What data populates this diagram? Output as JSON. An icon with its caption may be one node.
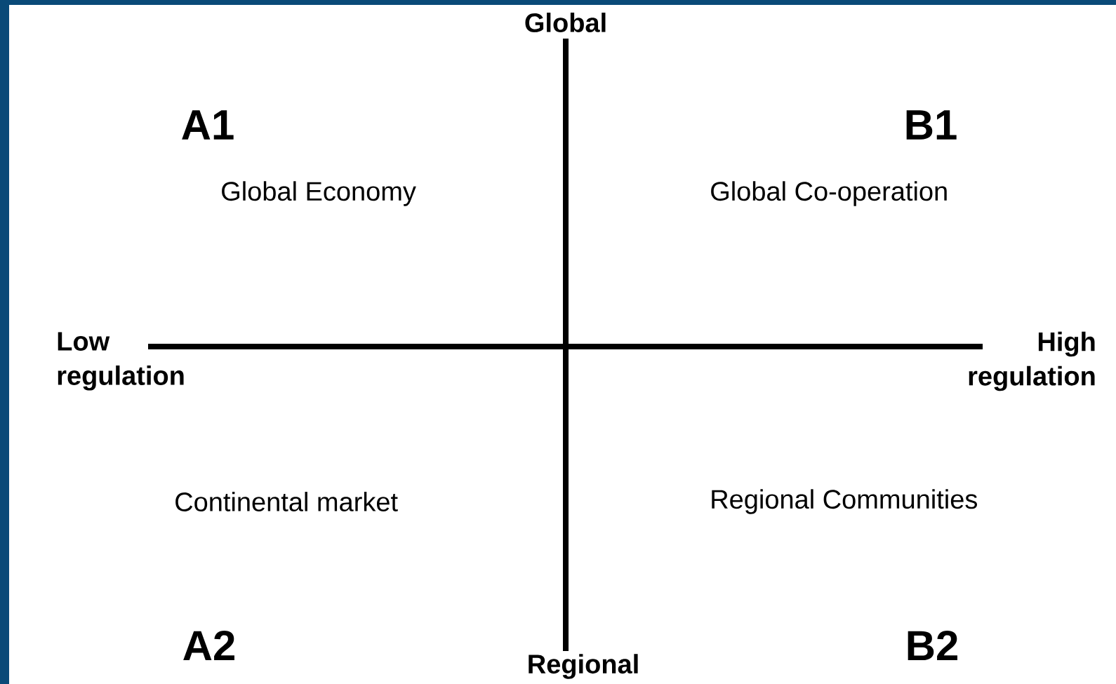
{
  "diagram": {
    "labels": [
      "Global",
      "A1",
      "B1",
      "Global Economy",
      "Global Co-operation",
      "Low regulation",
      "High regulation",
      "Continental market",
      "Regional Communities",
      "A2",
      "B2",
      "Regional"
    ]
  }
}
